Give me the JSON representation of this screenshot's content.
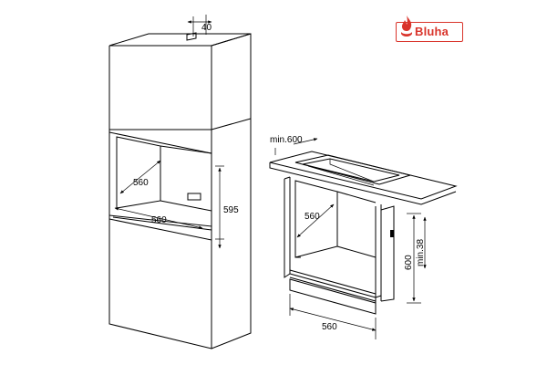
{
  "brand": {
    "name": "Bluha",
    "color": "#d9342b"
  },
  "dimensions": {
    "top_gap": "40",
    "depth_left": "560",
    "width_left": "560",
    "height_left": "595",
    "min_top": "min.600",
    "depth_right": "560",
    "height_right": "600",
    "min_side": "min.38",
    "width_right": "560"
  }
}
